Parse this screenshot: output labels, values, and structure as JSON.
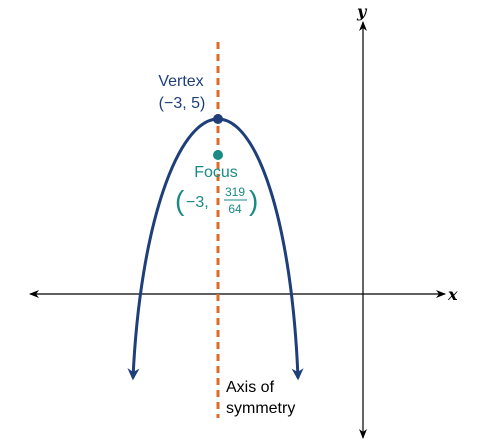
{
  "axes": {
    "x_label": "x",
    "y_label": "y"
  },
  "vertex": {
    "label": "Vertex",
    "coord_text": "(−3, 5)",
    "x": -3,
    "y": 5
  },
  "focus": {
    "label": "Focus",
    "coord_prefix": "−3,",
    "frac_numerator": "319",
    "frac_denominator": "64"
  },
  "axis_of_symmetry": {
    "label_line1": "Axis of",
    "label_line2": "symmetry"
  },
  "colors": {
    "parabola": "#1f3f7a",
    "vertex_dot": "#1f3f7a",
    "focus": "#1a8a84",
    "symmetry_line": "#e0692a",
    "axes": "#000000",
    "text": "#1f3f7a"
  }
}
